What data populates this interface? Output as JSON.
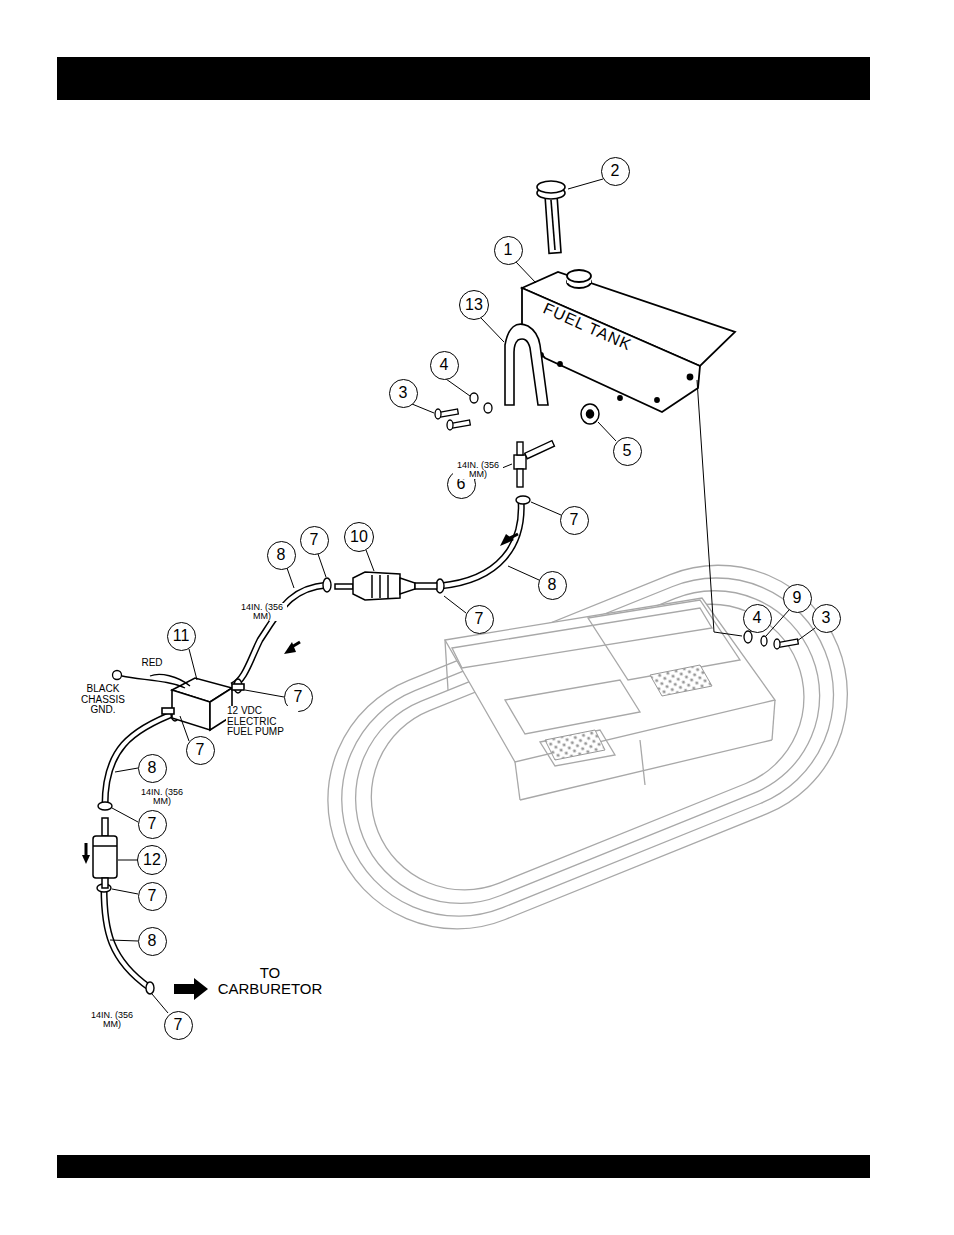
{
  "diagram": {
    "nodes": [
      {
        "text": [
          "2"
        ]
      },
      {
        "text": [
          "1"
        ]
      },
      {
        "text": [
          "13"
        ]
      },
      {
        "text": [
          "4"
        ]
      },
      {
        "text": [
          "3"
        ]
      },
      {
        "text": [
          "5"
        ]
      },
      {
        "text": [
          "6"
        ]
      },
      {
        "text": [
          "7"
        ]
      },
      {
        "text": [
          "7"
        ]
      },
      {
        "text": [
          "10"
        ]
      },
      {
        "text": [
          "8"
        ]
      },
      {
        "text": [
          "8"
        ]
      },
      {
        "text": [
          "7"
        ]
      },
      {
        "text": [
          "4"
        ]
      },
      {
        "text": [
          "9"
        ]
      },
      {
        "text": [
          "3"
        ]
      },
      {
        "text": [
          "11"
        ]
      },
      {
        "text": [
          "7"
        ]
      },
      {
        "text": [
          "7"
        ]
      },
      {
        "text": [
          "8"
        ]
      },
      {
        "text": [
          "7"
        ]
      },
      {
        "text": [
          "12"
        ]
      },
      {
        "text": [
          "7"
        ]
      },
      {
        "text": [
          "8"
        ]
      },
      {
        "text": [
          "7"
        ]
      }
    ],
    "labels": [
      "FUEL TANK",
      "14IN. (356 MM)",
      "14IN. (356 MM)",
      "RED",
      "BLACK CHASSIS GND.",
      "12 VDC ELECTRIC FUEL PUMP",
      "14IN. (356 MM)",
      "TO CARBURETOR",
      "14IN. (356 MM)"
    ]
  }
}
